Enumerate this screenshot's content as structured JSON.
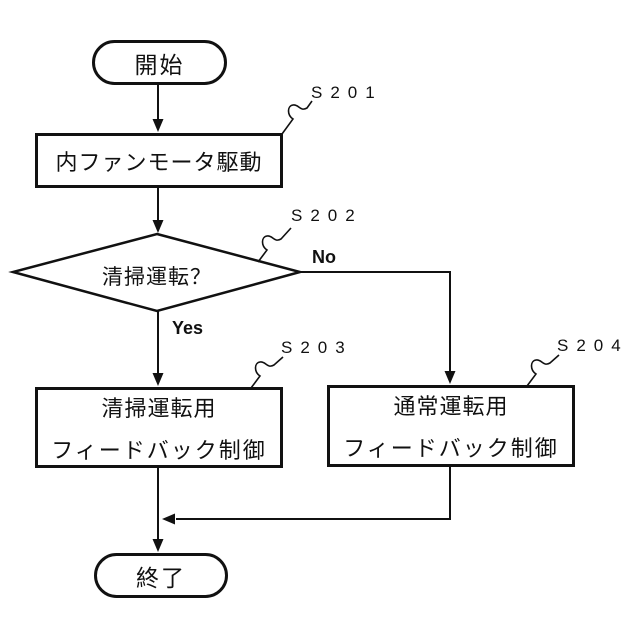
{
  "diagram": {
    "type": "flowchart",
    "background_color": "#ffffff",
    "line_color": "#111111",
    "start": {
      "label": "開始"
    },
    "steps": {
      "s201": {
        "id": "S201",
        "label": "内ファンモータ駆動",
        "shape": "process"
      },
      "s202": {
        "id": "S202",
        "label": "清掃運転？",
        "shape": "decision",
        "yes_label": "Yes",
        "no_label": "No"
      },
      "s203": {
        "id": "S203",
        "line1": "清掃運転用",
        "line2": "フィードバック制御",
        "shape": "process"
      },
      "s204": {
        "id": "S204",
        "line1": "通常運転用",
        "line2": "フィードバック制御",
        "shape": "process"
      }
    },
    "end": {
      "label": "終了"
    }
  }
}
